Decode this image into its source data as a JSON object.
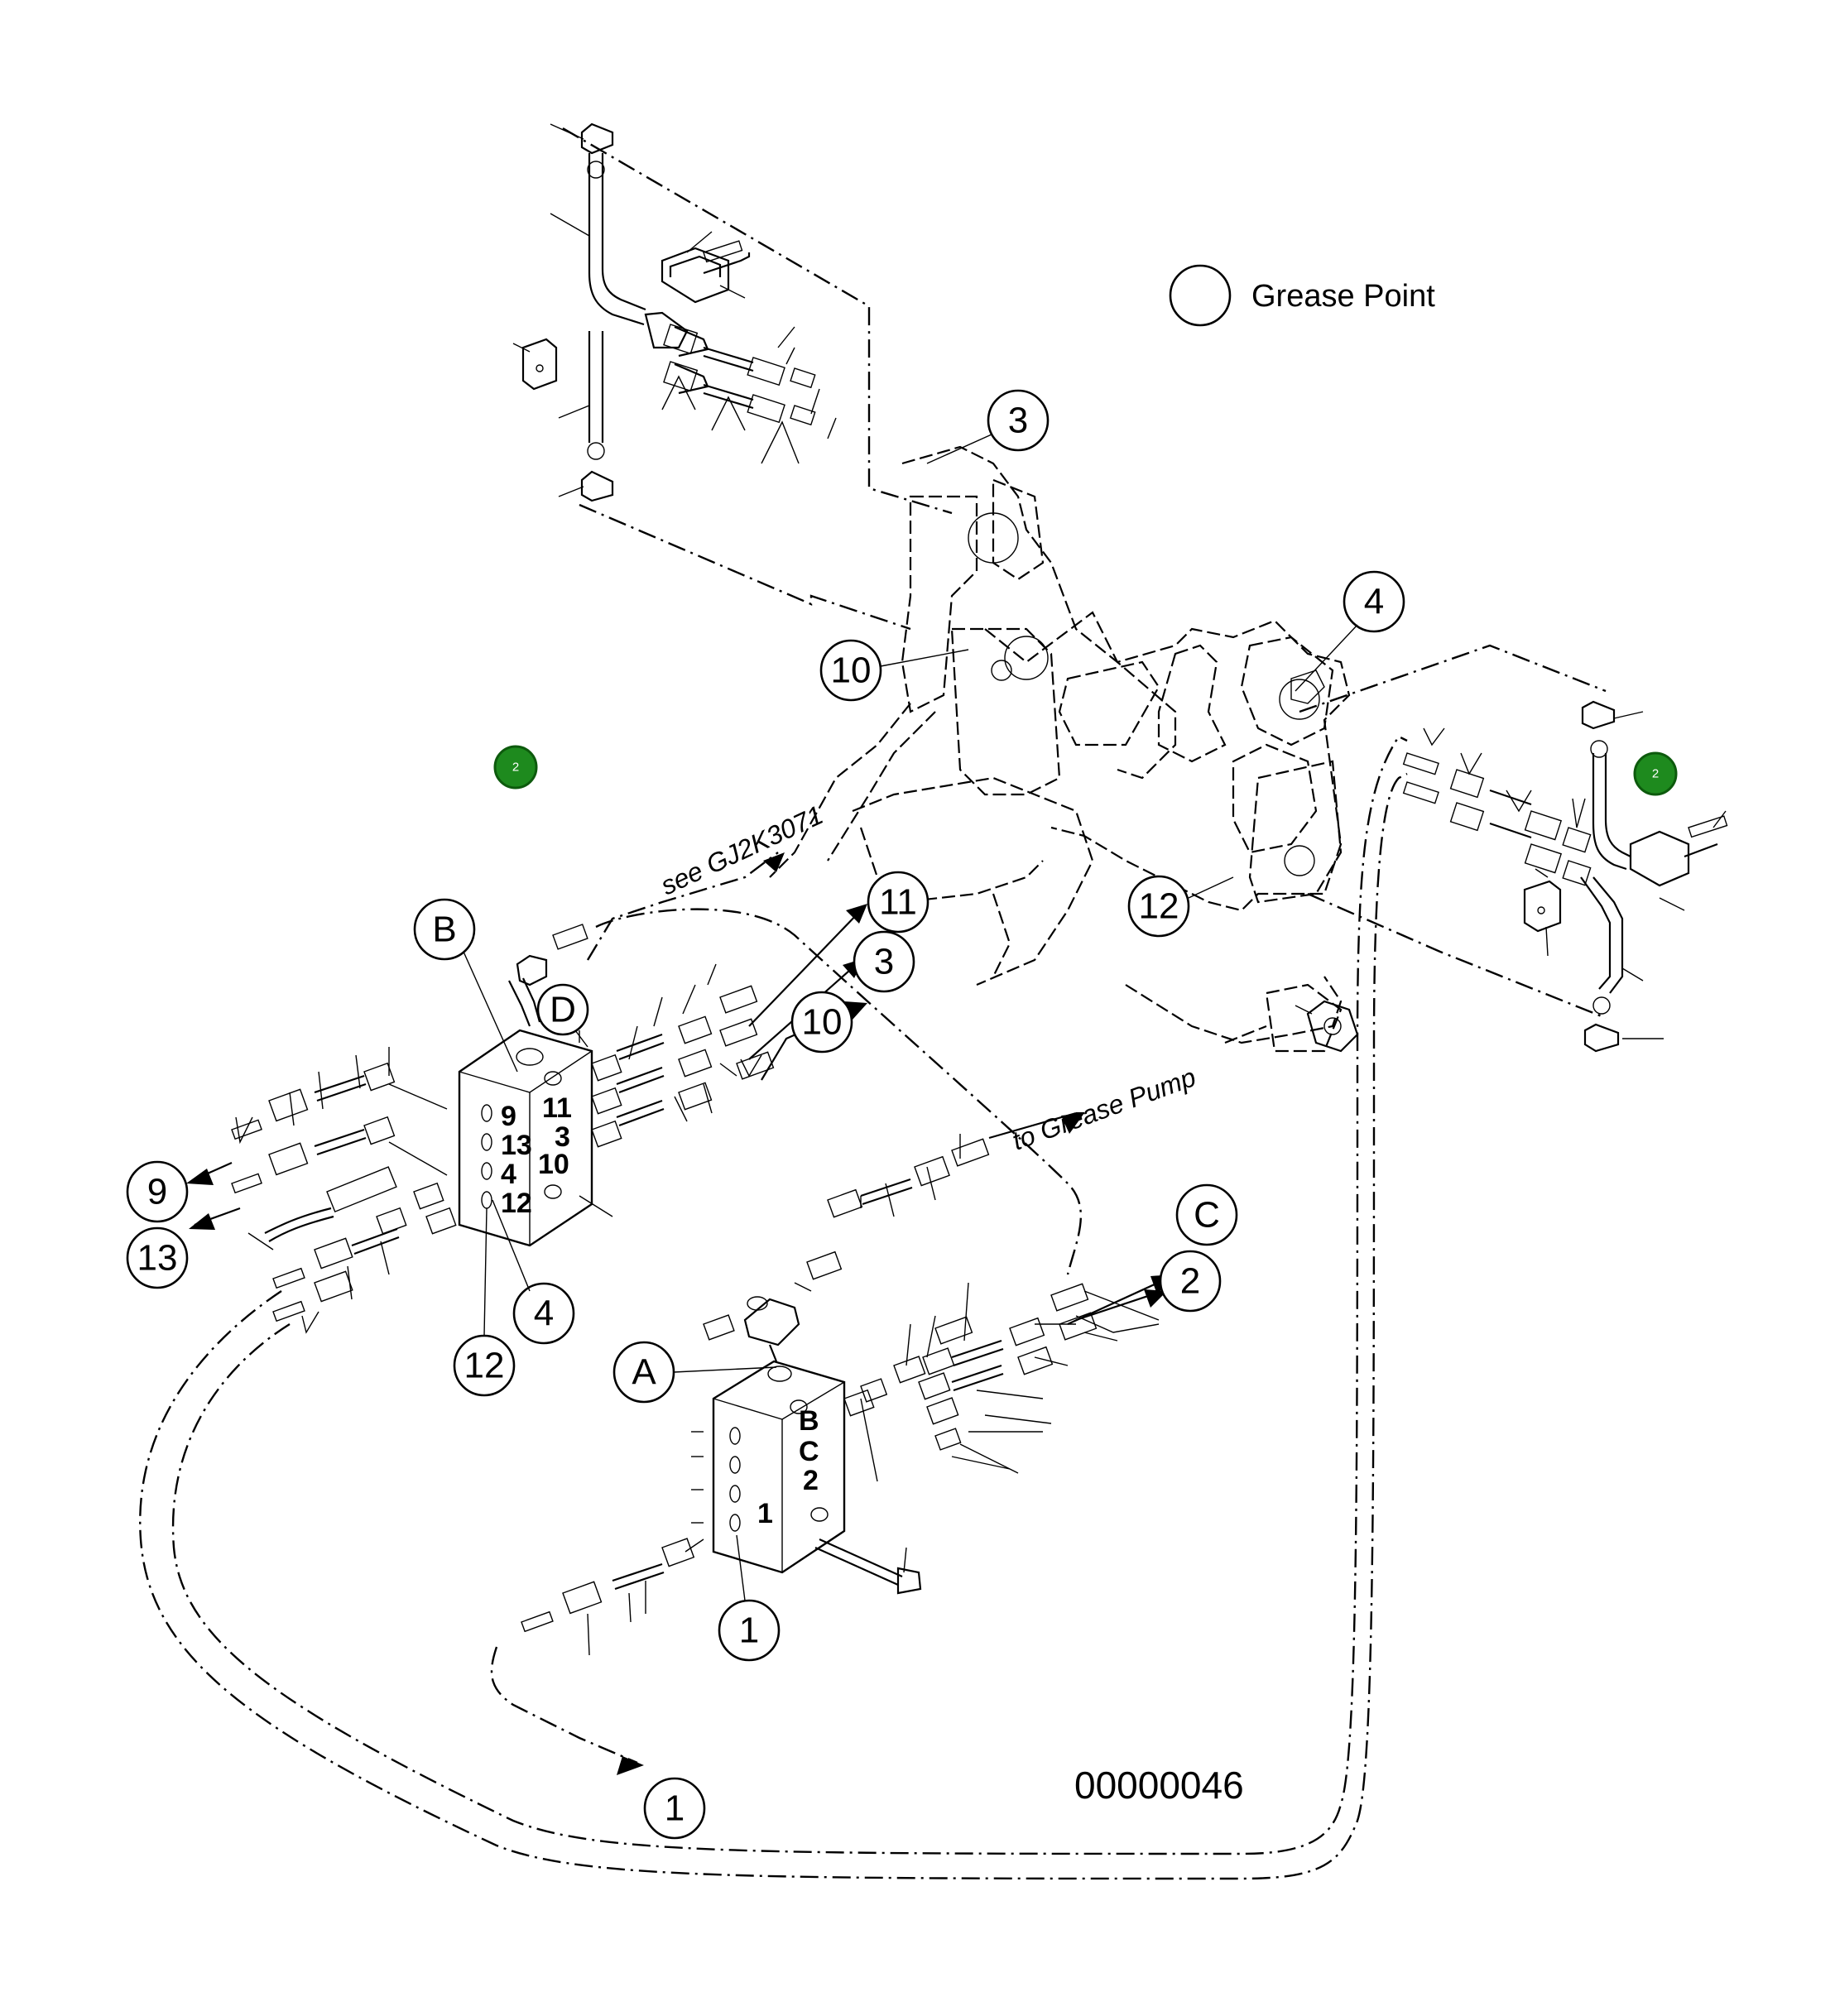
{
  "legend": {
    "label": "Grease Point"
  },
  "drawing_number": "00000046",
  "annotations": {
    "see_ref": "see GJ2K3071",
    "to_pump": "to Grease Pump"
  },
  "callouts": {
    "n3_top": "3",
    "n4_top": "4",
    "n10_frame": "10",
    "n12_frame": "12",
    "B": "B",
    "D": "D",
    "n11_arrow": "11",
    "n3_arrow": "3",
    "n10_arrow": "10",
    "n9": "9",
    "n13": "13",
    "n4_lower": "4",
    "n12_lower": "12",
    "C": "C",
    "n2_arrow": "2",
    "A": "A",
    "n1_block": "1",
    "n1_arrow": "1"
  },
  "block_upper_labels": {
    "left": [
      "9",
      "13",
      "4",
      "12"
    ],
    "right": [
      "11",
      "3",
      "10"
    ]
  },
  "block_lower_labels": {
    "right": [
      "B",
      "C",
      "2"
    ],
    "left": [
      "1"
    ]
  },
  "grease_points": [
    {
      "label": "2"
    },
    {
      "label": "2"
    }
  ]
}
